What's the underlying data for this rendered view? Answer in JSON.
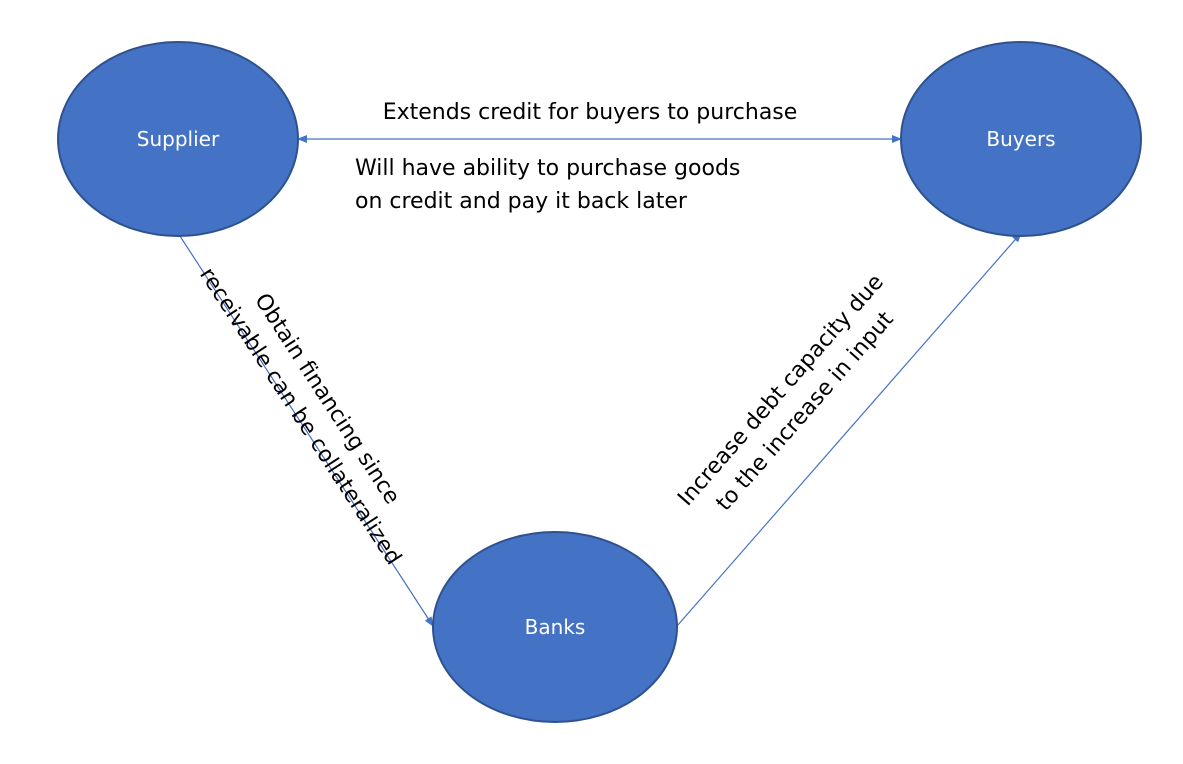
{
  "nodes": {
    "supplier": {
      "label": "Supplier"
    },
    "buyers": {
      "label": "Buyers"
    },
    "banks": {
      "label": "Banks"
    }
  },
  "edges": {
    "supplier_buyers": {
      "label_top": "Extends credit for buyers to purchase",
      "label_bottom_line1": "Will have ability to purchase goods",
      "label_bottom_line2": "on credit and pay it back later"
    },
    "supplier_banks": {
      "label_line1": "Obtain financing since",
      "label_line2": "receivable can be collateralized"
    },
    "banks_buyers": {
      "label_line1": "Increase debt capacity due",
      "label_line2": "to the increase in input"
    }
  },
  "colors": {
    "node_fill": "#4472C4",
    "node_stroke": "#2F528F",
    "edge": "#4472C4",
    "node_text": "#ffffff",
    "edge_text": "#000000"
  }
}
